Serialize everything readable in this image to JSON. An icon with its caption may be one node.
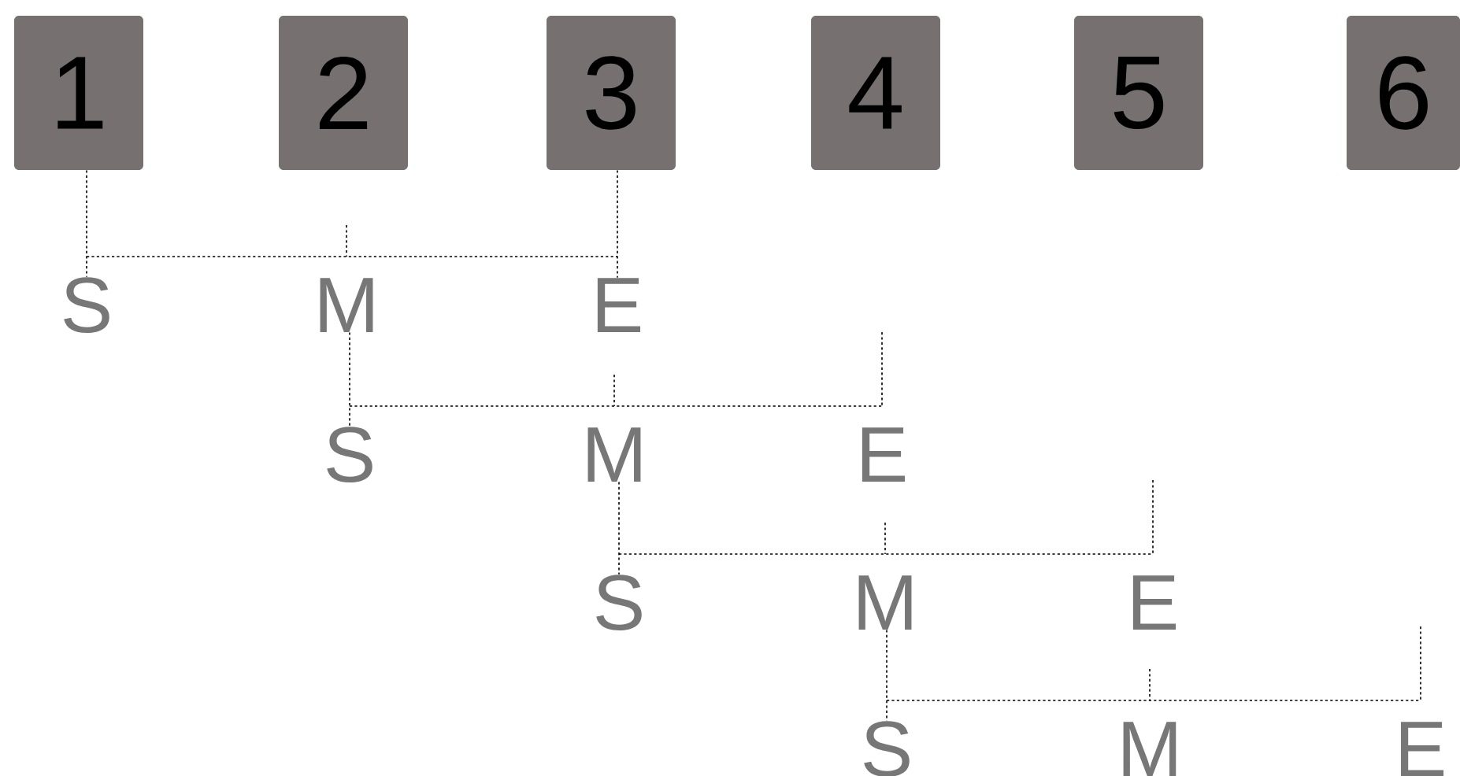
{
  "diagram": {
    "nodes": [
      {
        "text": [
          "1"
        ]
      },
      {
        "text": [
          "2"
        ]
      },
      {
        "text": [
          "3"
        ]
      },
      {
        "text": [
          "4"
        ]
      },
      {
        "text": [
          "5"
        ]
      },
      {
        "text": [
          "6"
        ]
      },
      {
        "text": [
          "S"
        ]
      },
      {
        "text": [
          "M"
        ]
      },
      {
        "text": [
          "E"
        ]
      },
      {
        "text": [
          "S"
        ]
      },
      {
        "text": [
          "M"
        ]
      },
      {
        "text": [
          "E"
        ]
      },
      {
        "text": [
          "S"
        ]
      },
      {
        "text": [
          "M"
        ]
      },
      {
        "text": [
          "E"
        ]
      },
      {
        "text": [
          "S"
        ]
      },
      {
        "text": [
          "M"
        ]
      },
      {
        "text": [
          "E"
        ]
      }
    ],
    "edges": [
      {
        "from": 0,
        "to": 6,
        "arrow": "none",
        "style": "dashed"
      },
      {
        "from": 2,
        "to": 8,
        "arrow": "none",
        "style": "dashed"
      },
      {
        "from": 7,
        "to": 9,
        "arrow": "none",
        "style": "dashed"
      },
      {
        "from": 10,
        "to": 12,
        "arrow": "none",
        "style": "dashed"
      },
      {
        "from": 13,
        "to": 15,
        "arrow": "none",
        "style": "dashed"
      }
    ]
  }
}
